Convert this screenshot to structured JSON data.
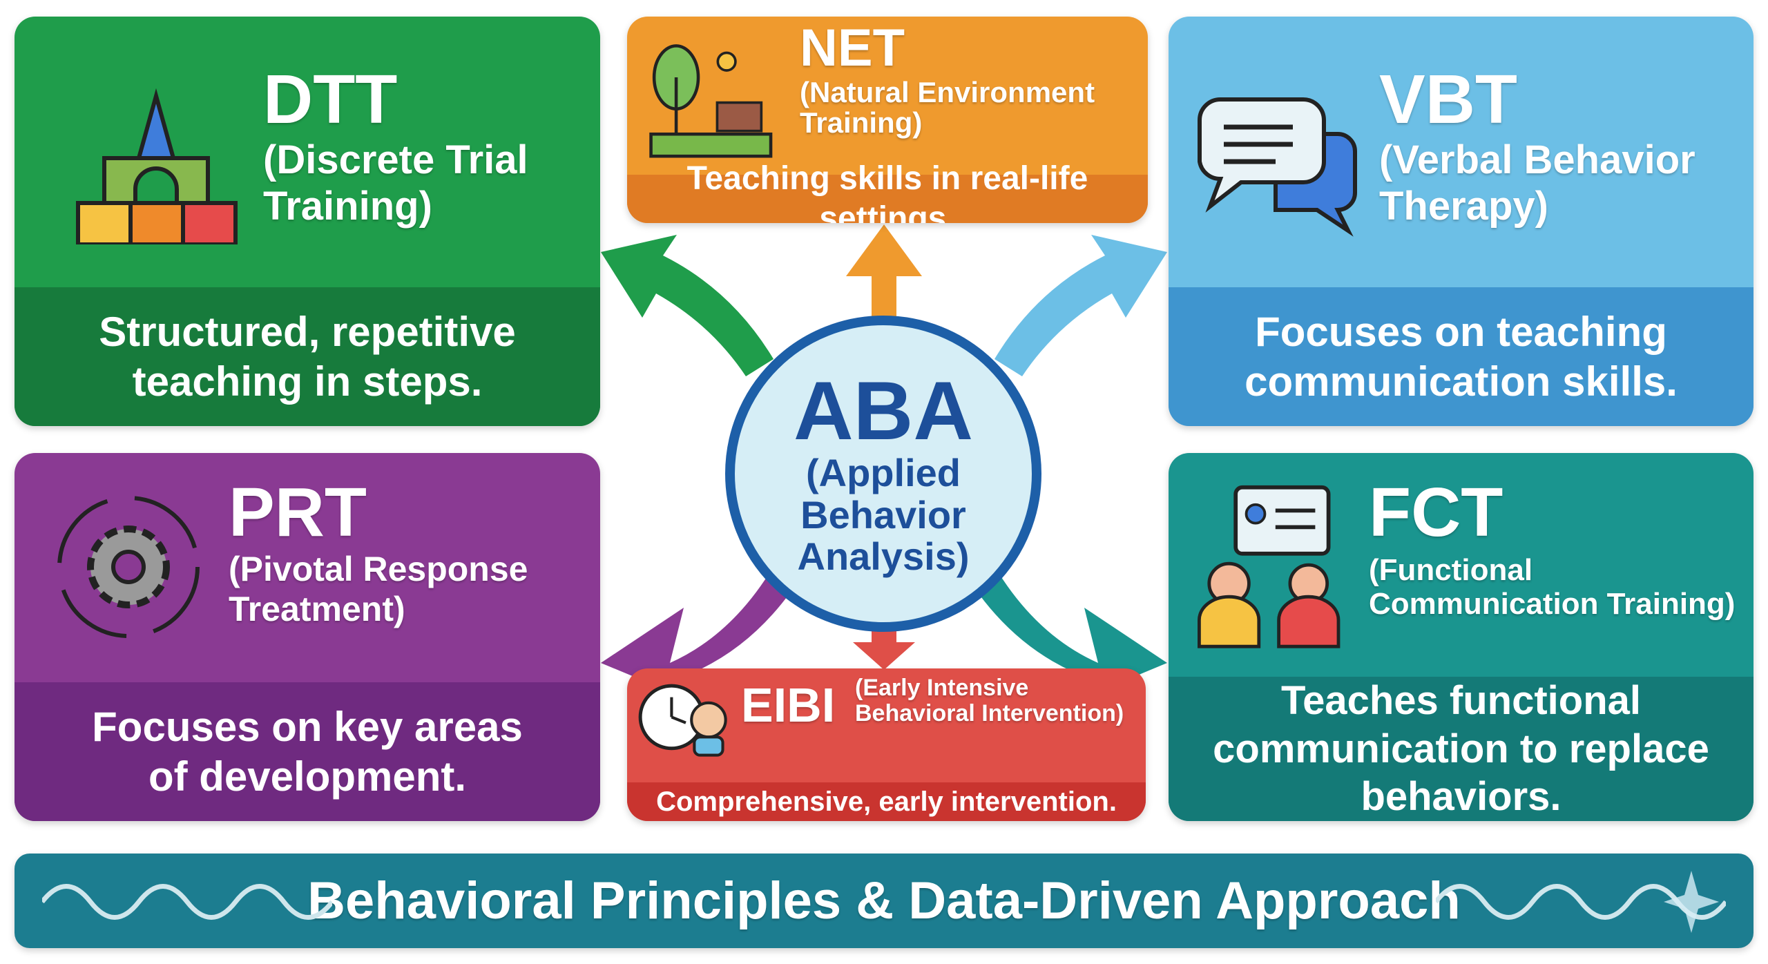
{
  "center": {
    "abbr": "ABA",
    "full": "(Applied Behavior Analysis)"
  },
  "cards": {
    "dtt": {
      "abbr": "DTT",
      "full": "(Discrete Trial Training)",
      "desc": "Structured, repetitive teaching in steps.",
      "icon": "building-blocks-icon"
    },
    "net": {
      "abbr": "NET",
      "full": "(Natural Environment Training)",
      "desc": "Teaching skills in real-life settings.",
      "icon": "park-icon"
    },
    "vbt": {
      "abbr": "VBT",
      "full": "(Verbal Behavior Therapy)",
      "desc": "Focuses on teaching communication skills.",
      "icon": "chat-bubbles-icon"
    },
    "prt": {
      "abbr": "PRT",
      "full": "(Pivotal Response Treatment)",
      "desc": "Focuses on key areas of development.",
      "icon": "gear-cycle-icon"
    },
    "eibi": {
      "abbr": "EIBI",
      "full": "(Early Intensive Behavioral Intervention)",
      "desc": "Comprehensive, early intervention.",
      "icon": "clock-baby-icon"
    },
    "fct": {
      "abbr": "FCT",
      "full": "(Functional Communication Training)",
      "desc": "Teaches functional communication to replace behaviors.",
      "icon": "people-talking-icon"
    }
  },
  "footer": {
    "text": "Behavioral Principles & Data-Driven Approach"
  },
  "colors": {
    "green": "#1f9d4b",
    "orange": "#ef9a2e",
    "blue": "#6cbfe6",
    "purple": "#8a3a93",
    "red": "#df4f48",
    "teal": "#1a958f",
    "footer": "#1c7d90",
    "aba_border": "#1d5fa8"
  }
}
